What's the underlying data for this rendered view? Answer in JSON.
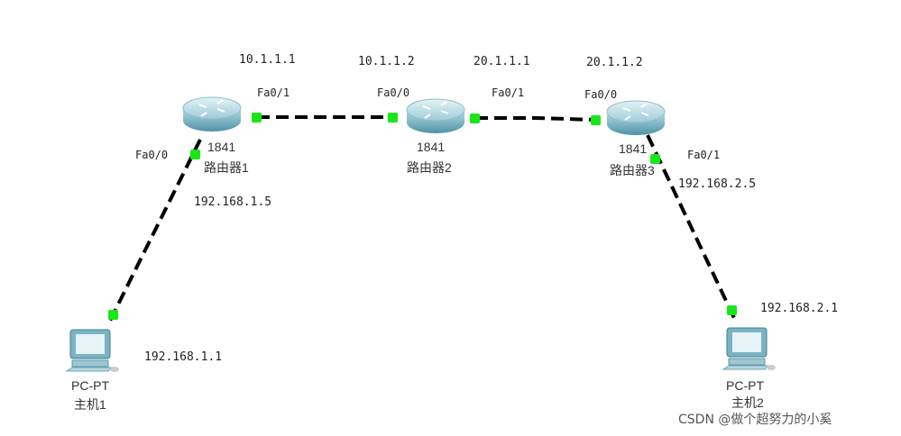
{
  "routers": [
    {
      "model": "1841",
      "name": "路由器1"
    },
    {
      "model": "1841",
      "name": "路由器2"
    },
    {
      "model": "1841",
      "name": "路由器3"
    }
  ],
  "pcs": [
    {
      "model": "PC-PT",
      "name": "主机1",
      "ip": "192.168.1.1"
    },
    {
      "model": "PC-PT",
      "name": "主机2",
      "ip": "192.168.2.1"
    }
  ],
  "ips": {
    "r1_fa01": "10.1.1.1",
    "r2_fa00": "10.1.1.2",
    "r2_fa01": "20.1.1.1",
    "r3_fa00": "20.1.1.2",
    "r1_fa00": "192.168.1.5",
    "r3_fa01": "192.168.2.5"
  },
  "ports": {
    "r1_fa01": "Fa0/1",
    "r2_fa00": "Fa0/0",
    "r2_fa01": "Fa0/1",
    "r3_fa00": "Fa0/0",
    "r1_fa00": "Fa0/0",
    "r3_fa01": "Fa0/1"
  },
  "watermark": "CSDN @做个超努力的小奚",
  "colors": {
    "link_up": "#19e619",
    "router": "#7fb6c6"
  }
}
